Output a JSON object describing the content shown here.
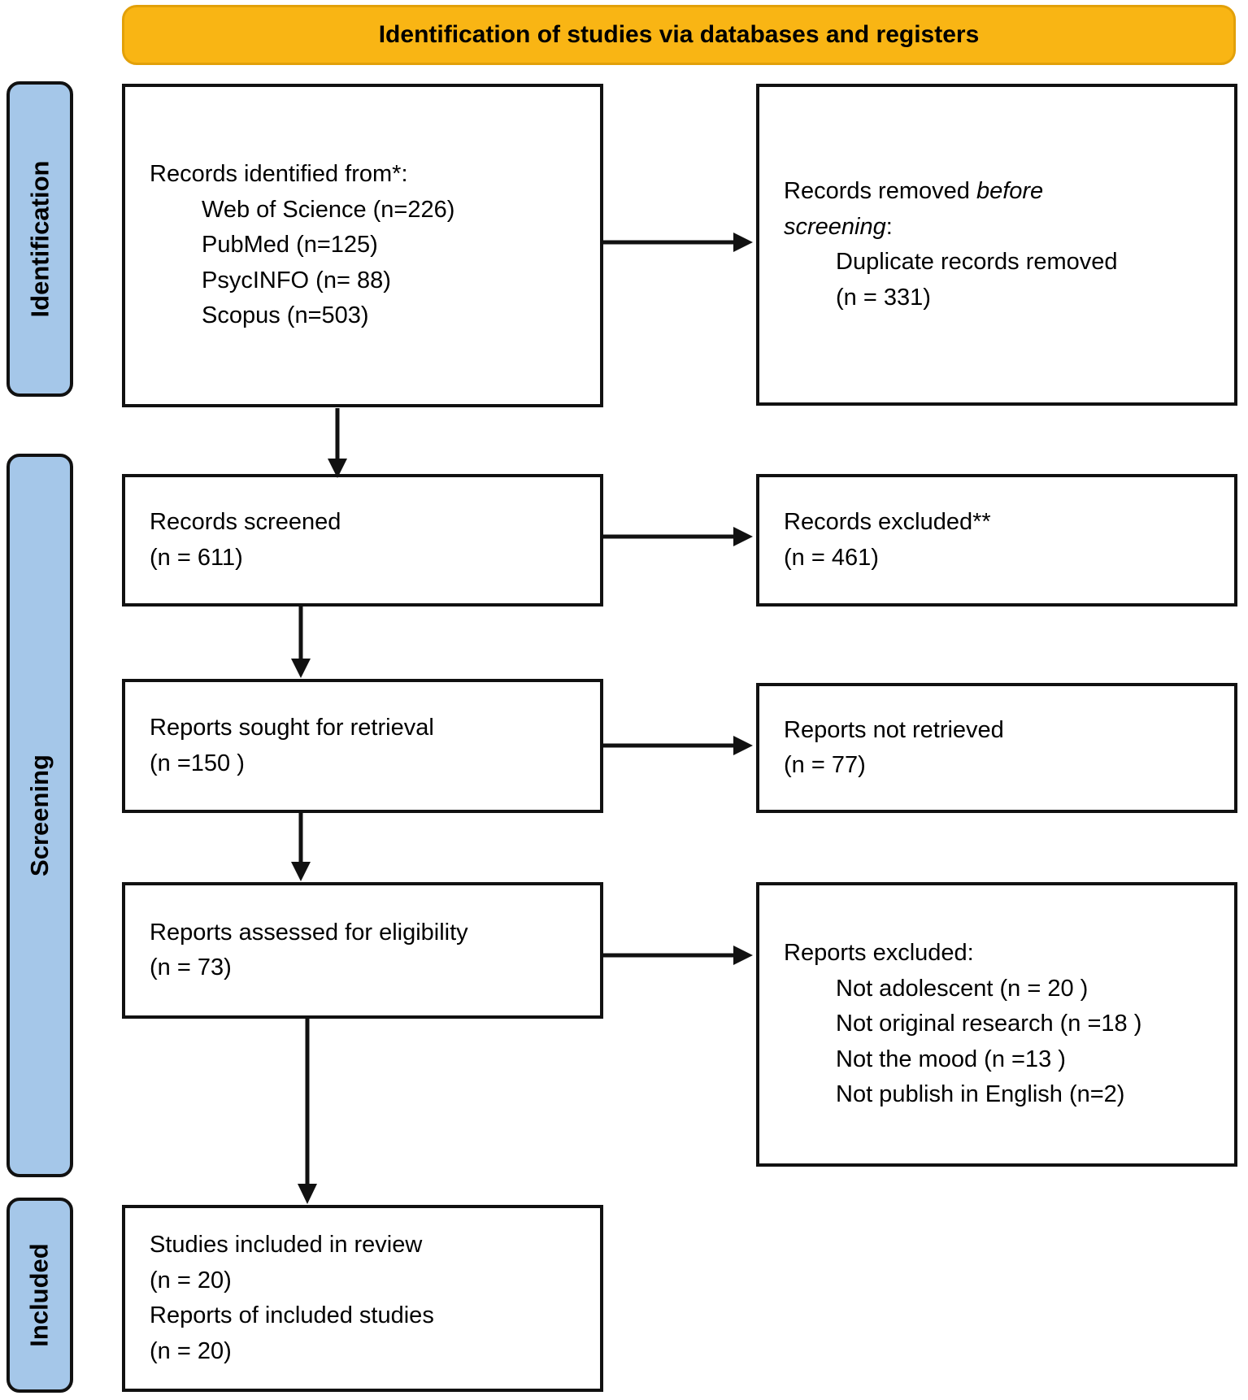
{
  "header": {
    "title": "Identification of studies via databases and registers"
  },
  "colors": {
    "banner_fill": "#F9B514",
    "banner_border": "#E2A009",
    "stage_fill": "#A5C7E9",
    "box_border": "#111111",
    "arrow": "#111111"
  },
  "stages": {
    "identification": "Identification",
    "screening": "Screening",
    "included": "Included"
  },
  "boxes": {
    "records_identified": {
      "heading": "Records identified from*:",
      "items": [
        "Web of Science (n=226)",
        "PubMed (n=125)",
        "PsycINFO (n= 88)",
        "Scopus (n=503)"
      ]
    },
    "records_removed": {
      "line1_plain": "Records removed ",
      "line1_italic": "before",
      "line2_italic": "screening",
      "line2_suffix": ":",
      "items": [
        "Duplicate records removed",
        "(n = 331)"
      ]
    },
    "records_screened": {
      "lines": [
        "Records screened",
        "(n = 611)"
      ]
    },
    "records_excluded": {
      "lines": [
        "Records excluded**",
        "(n = 461)"
      ]
    },
    "reports_sought": {
      "lines": [
        "Reports sought for retrieval",
        "(n =150 )"
      ]
    },
    "reports_not_retrieved": {
      "lines": [
        "Reports not retrieved",
        "(n = 77)"
      ]
    },
    "reports_assessed": {
      "lines": [
        "Reports assessed for eligibility",
        "(n = 73)"
      ]
    },
    "reports_excluded": {
      "heading": "Reports excluded:",
      "items": [
        "Not adolescent (n = 20 )",
        "Not original research (n =18 )",
        "Not the mood (n =13 )",
        "Not publish in English (n=2)"
      ]
    },
    "studies_included": {
      "lines": [
        "Studies included in review",
        "(n = 20)",
        "Reports of included studies",
        "(n = 20)"
      ]
    }
  }
}
